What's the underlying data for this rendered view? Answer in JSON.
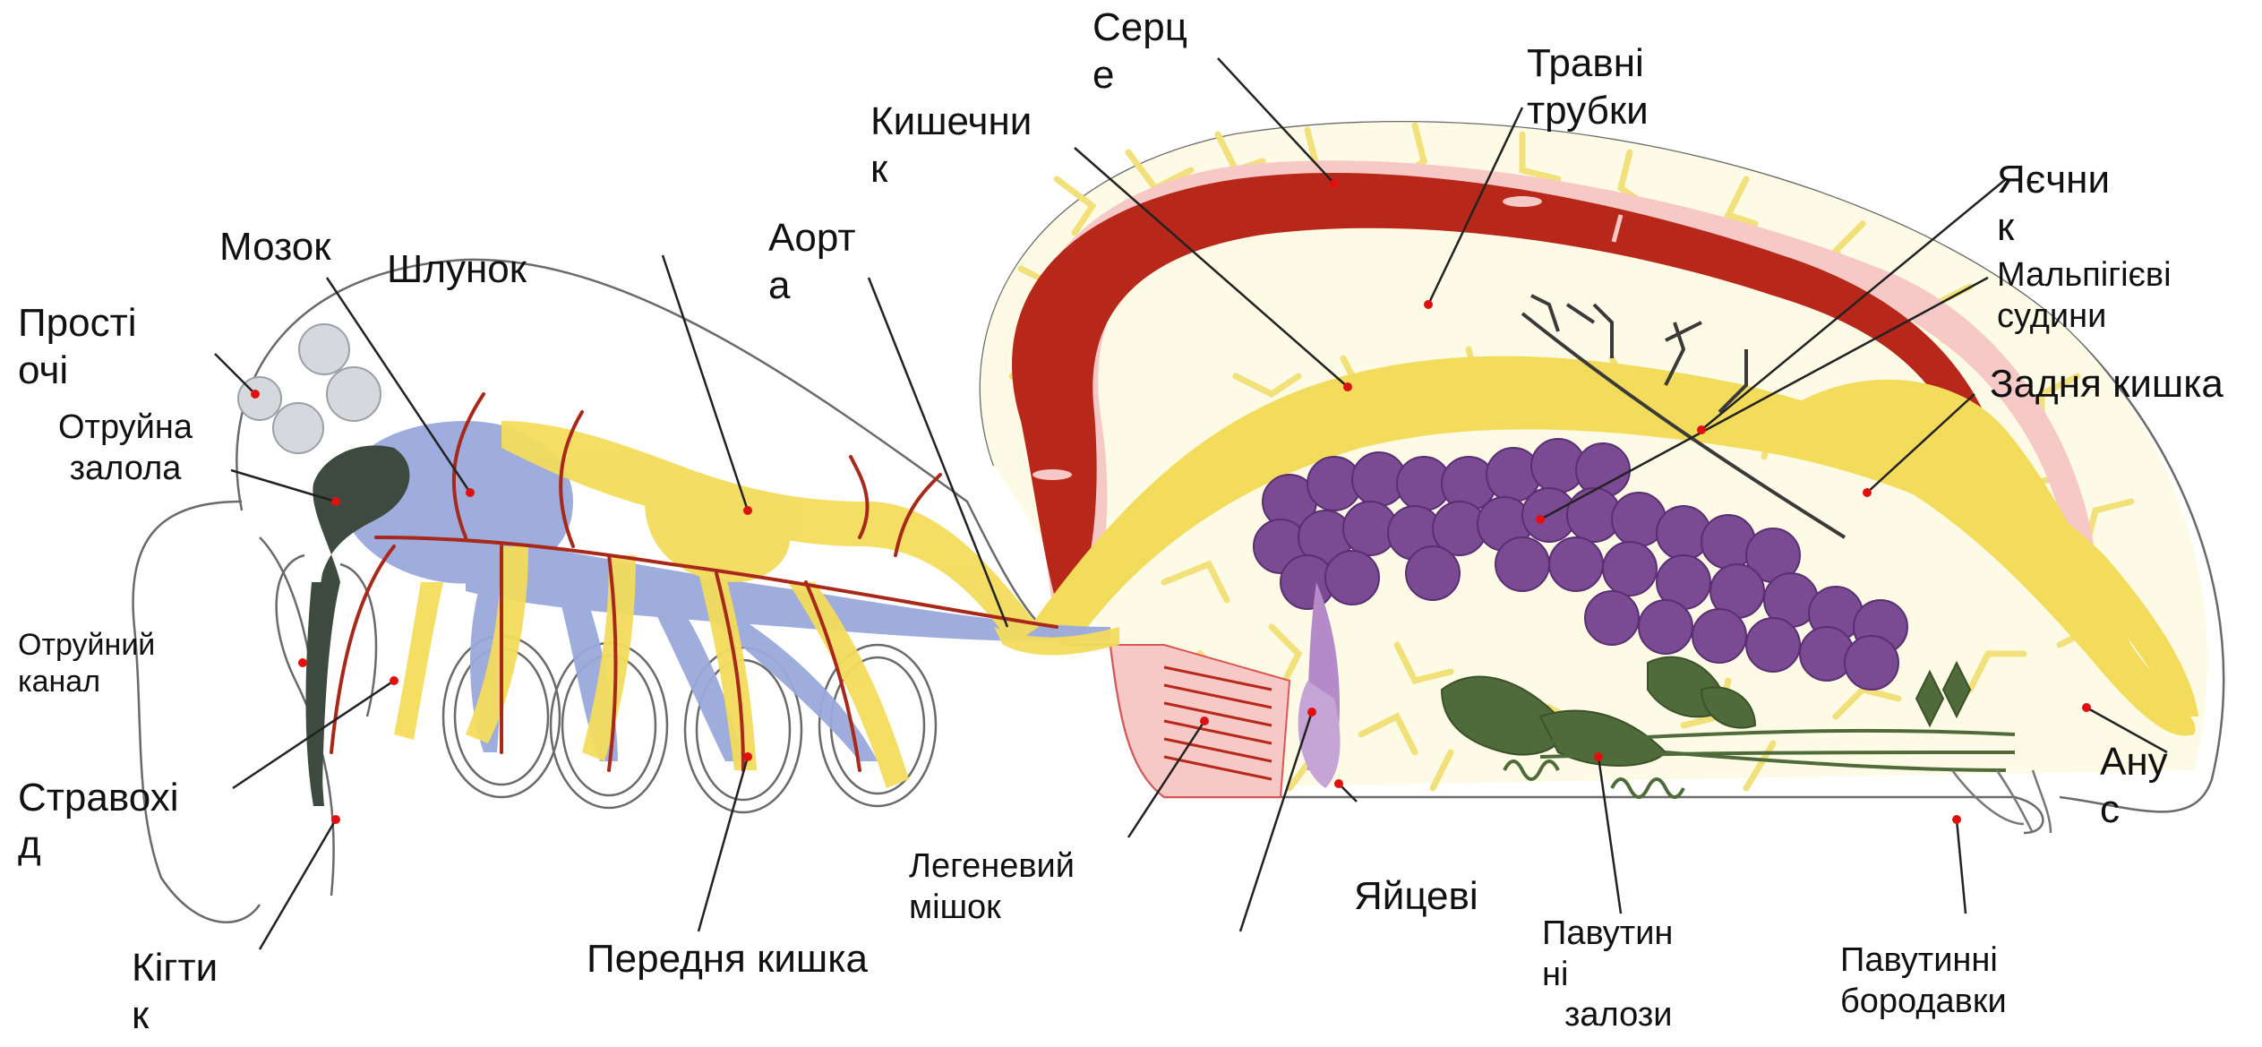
{
  "labels": {
    "heart": [
      "Серц",
      "е"
    ],
    "digestive_tubes": [
      "Травні",
      "трубки"
    ],
    "intestine": [
      "Кишечни",
      "к"
    ],
    "ovary": [
      "Яєчни",
      "к"
    ],
    "malpighian": [
      "Мальпігієві",
      "судини"
    ],
    "aorta": [
      "Аорт",
      "а"
    ],
    "brain": "Мозок",
    "stomach": "Шлунок",
    "simple_eyes": [
      "Прості",
      "очі"
    ],
    "venom_gland": [
      "Отруйна",
      "залола"
    ],
    "hindgut": "Задня кишка",
    "venom_duct": [
      "Отруйний",
      "канал"
    ],
    "esophagus": [
      "Стравохі",
      "д"
    ],
    "anus": [
      "Ану",
      "с"
    ],
    "book_lung": [
      "Легеневий",
      "мішок"
    ],
    "oviduct": "Яйцеві",
    "claws": [
      "Кігти",
      "к"
    ],
    "foregut": "Передня кишка",
    "silk_glands": [
      "Павутин",
      "ні",
      "залози"
    ],
    "spinnerets": [
      "Павутинні",
      "бородавки"
    ]
  },
  "colors": {
    "heart": "#b8281a",
    "pericardium": "#f6c9c6",
    "gut": "#f3dc5c",
    "digestive_tubes": "#f2e07a",
    "ovary": "#7a4a92",
    "nervous": "#9aa9dc",
    "venom_gland": "#3d4a3f",
    "eyes": "#d5d8dc",
    "silk_glands": "#4f6b3a",
    "vessels": "#a8281a",
    "outline": "#555555",
    "leader": "#222222",
    "marker": "#e01010"
  }
}
